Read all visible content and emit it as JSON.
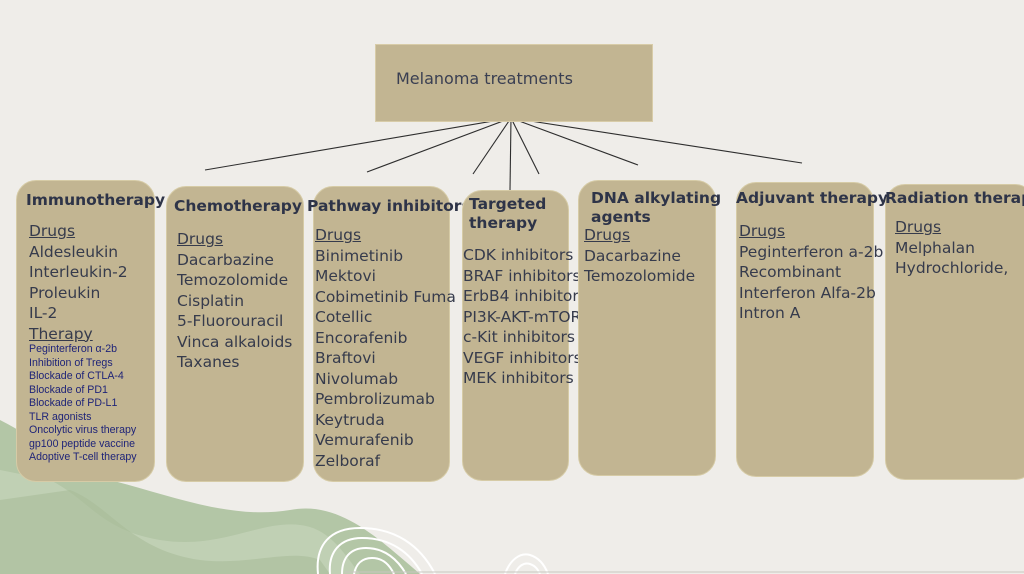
{
  "root": {
    "label": "Melanoma treatments"
  },
  "colors": {
    "card": "#c2b592",
    "text": "#363b4c",
    "therapy_text": "#1f2478",
    "background": "#efede9",
    "accent_green": "#b3c6a6"
  },
  "cards": [
    {
      "title": "Immunotherapy",
      "drugs_heading": "Drugs",
      "drugs": [
        "Aldesleukin",
        "Interleukin-2",
        "Proleukin",
        "IL-2"
      ],
      "therapy_heading": "Therapy",
      "therapy": [
        "Peginterferon α-2b",
        "Inhibition of Tregs",
        "Blockade of CTLA-4",
        "Blockade of PD1",
        "Blockade of PD-L1",
        "TLR agonists",
        "Oncolytic virus therapy",
        "gp100 peptide vaccine",
        "Adoptive T-cell therapy"
      ]
    },
    {
      "title": "Chemotherapy",
      "drugs_heading": "Drugs",
      "drugs": [
        "Dacarbazine",
        "Temozolomide",
        "Cisplatin",
        "5-Fluorouracil",
        "Vinca alkaloids",
        "Taxanes"
      ]
    },
    {
      "title": "Pathway inhibitors",
      "drugs_heading": "Drugs",
      "drugs": [
        "Binimetinib",
        "Mektovi",
        "Cobimetinib Fuma",
        "Cotellic",
        "Encorafenib",
        "Braftovi",
        "Nivolumab",
        "Pembrolizumab",
        "Keytruda",
        "Vemurafenib",
        "Zelboraf"
      ]
    },
    {
      "title_line1": "Targeted",
      "title_line2": "therapy",
      "items": [
        "CDK inhibitors",
        "BRAF inhibitors",
        "ErbB4 inhibitors",
        "PI3K-AKT-mTOR",
        "c-Kit inhibitors",
        "VEGF inhibitors",
        "MEK inhibitors"
      ]
    },
    {
      "title_line1": "DNA alkylating",
      "title_line2": "agents",
      "drugs_heading": "Drugs",
      "drugs": [
        "Dacarbazine",
        "Temozolomide"
      ]
    },
    {
      "title": "Adjuvant therapy",
      "drugs_heading": "Drugs",
      "drugs": [
        "Peginterferon a-2b",
        "Recombinant",
        "Interferon Alfa-2b",
        "Intron A"
      ]
    },
    {
      "title": "Radiation therap",
      "drugs_heading": "Drugs",
      "drugs": [
        "Melphalan",
        "Hydrochloride,"
      ]
    }
  ]
}
